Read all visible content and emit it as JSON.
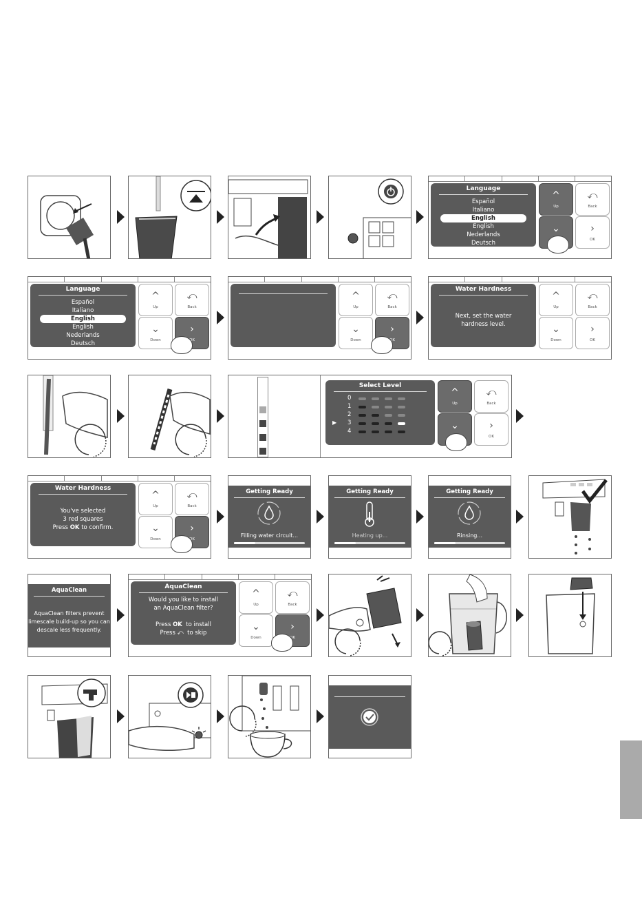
{
  "language_screen": {
    "title": "Language",
    "options": [
      "Español",
      "Italiano",
      "English",
      "English",
      "Nederlands",
      "Deutsch"
    ]
  },
  "buttons": {
    "up": "Up",
    "back": "Back",
    "down": "Down",
    "ok": "OK"
  },
  "water_hardness_intro": {
    "title": "Water Hardness",
    "message_line1": "Next, set the water",
    "message_line2": "hardness level."
  },
  "select_level": {
    "title": "Select Level",
    "levels": [
      "0",
      "1",
      "2",
      "3",
      "4"
    ],
    "selected_level": 3
  },
  "water_hardness_confirm": {
    "title": "Water Hardness",
    "line1": "You've selected",
    "line2": "3 red squares",
    "press": "Press",
    "ok": "OK",
    "to_confirm": "to confirm."
  },
  "getting_ready": [
    {
      "title": "Getting Ready",
      "status": "Filling water circuit...",
      "icon": "water-drop-icon"
    },
    {
      "title": "Getting Ready",
      "status": "Heating up...",
      "icon": "thermometer-icon"
    },
    {
      "title": "Getting Ready",
      "status": "Rinsing...",
      "icon": "water-drop-icon"
    }
  ],
  "aquaclean_info": {
    "title": "AquaClean",
    "line1": "AquaClean filters prevent",
    "line2": "limescale build-up so you can",
    "line3": "descale less frequently."
  },
  "aquaclean_install": {
    "title": "AquaClean",
    "line1": "Would you like to install",
    "line2": "an AquaClean filter?",
    "press": "Press",
    "ok": "OK",
    "to_install": "to install",
    "to_skip": "to skip"
  },
  "colors": {
    "screen": "#5a5a5a",
    "outline": "#444444",
    "side_tab": "#aaaaaa"
  }
}
